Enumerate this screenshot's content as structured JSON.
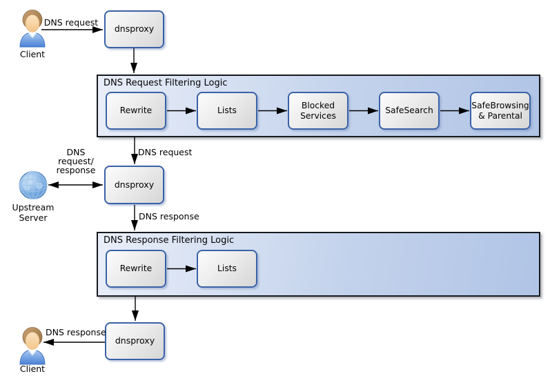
{
  "nodes": {
    "client_top": {
      "label": "Client",
      "icon": "person-icon"
    },
    "dnsproxy_top": {
      "label": "dnsproxy"
    },
    "dnsproxy_middle": {
      "label": "dnsproxy"
    },
    "dnsproxy_bottom": {
      "label": "dnsproxy"
    },
    "upstream_server": {
      "label": "Upstream Server",
      "icon": "globe-icon"
    },
    "client_bottom": {
      "label": "Client",
      "icon": "person-icon"
    }
  },
  "containers": {
    "request": {
      "title": "DNS Request Filtering Logic",
      "steps": [
        "Rewrite",
        "Lists",
        "Blocked Services",
        "SafeSearch",
        "SafeBrowsing & Parental"
      ]
    },
    "response": {
      "title": "DNS Response Filtering Logic",
      "steps": [
        "Rewrite",
        "Lists"
      ]
    }
  },
  "edge_labels": {
    "client_request": "DNS request",
    "request_to_proxy": "DNS request",
    "upstream_line1": "DNS",
    "upstream_line2": "request/",
    "upstream_line3": "response",
    "response_from_proxy": "DNS response",
    "response_to_client": "DNS response"
  },
  "colors": {
    "container_fill_left": "#e9eef8",
    "container_fill_right": "#b0c4e6",
    "container_border": "#16191d",
    "node_border": "#3961a7",
    "node_fill_top": "#fcfcfc",
    "node_fill_bottom": "#d6d6d6",
    "arrow": "#000000",
    "globe_blue": "#5b9bd5",
    "shirt_blue": "#5e94dd",
    "hair_brown": "#b08b5e",
    "skin": "#f8d5a3"
  }
}
